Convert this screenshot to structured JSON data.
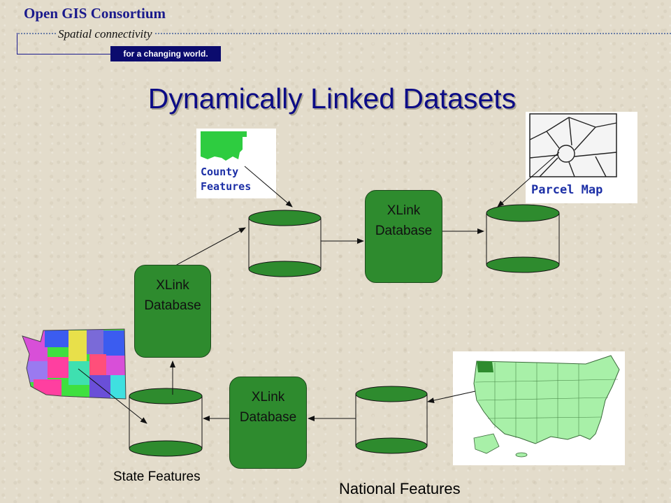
{
  "header": {
    "org": "Open GIS Consortium",
    "tagline": "Spatial connectivity",
    "bar_text": "for a changing world."
  },
  "title": "Dynamically Linked Datasets",
  "xlink_label_line1": "XLink",
  "xlink_label_line2": "Database",
  "images": {
    "county_line1": "County",
    "county_line2": "Features",
    "parcel": "Parcel Map"
  },
  "captions": {
    "state": "State Features",
    "national": "National Features"
  },
  "colors": {
    "database_fill": "#2e8b2e",
    "title": "#0c0c86",
    "header_bar": "#0b0b6e"
  }
}
